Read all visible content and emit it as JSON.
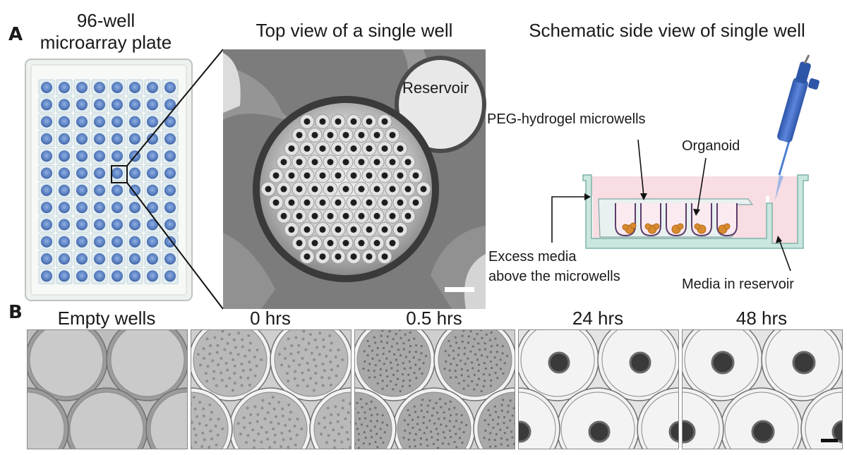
{
  "panel_a": {
    "letter": "A",
    "plate_title_line1": "96-well",
    "plate_title_line2": "microarray plate",
    "top_view_title": "Top view of a single well",
    "side_view_title": "Schematic side view of single well",
    "reservoir_label": "Reservoir",
    "peg_label": "PEG-hydrogel microwells",
    "organoid_label": "Organoid",
    "excess_line1": "Excess media",
    "excess_line2": "above the microwells",
    "media_reservoir_label": "Media in reservoir"
  },
  "panel_b": {
    "letter": "B",
    "timepoints": [
      {
        "label": "Empty wells",
        "state": "empty"
      },
      {
        "label": "0 hrs",
        "state": "cells"
      },
      {
        "label": "0.5 hrs",
        "state": "settling"
      },
      {
        "label": "24 hrs",
        "state": "aggregate"
      },
      {
        "label": "48 hrs",
        "state": "organoid"
      }
    ]
  },
  "colors": {
    "plate_blue": "#5a7fc0",
    "media_pink": "#f8dde3",
    "plate_wall": "#a9d3cc",
    "organoid_orange": "#d88a2e",
    "pipette_blue": "#3a67c4"
  }
}
